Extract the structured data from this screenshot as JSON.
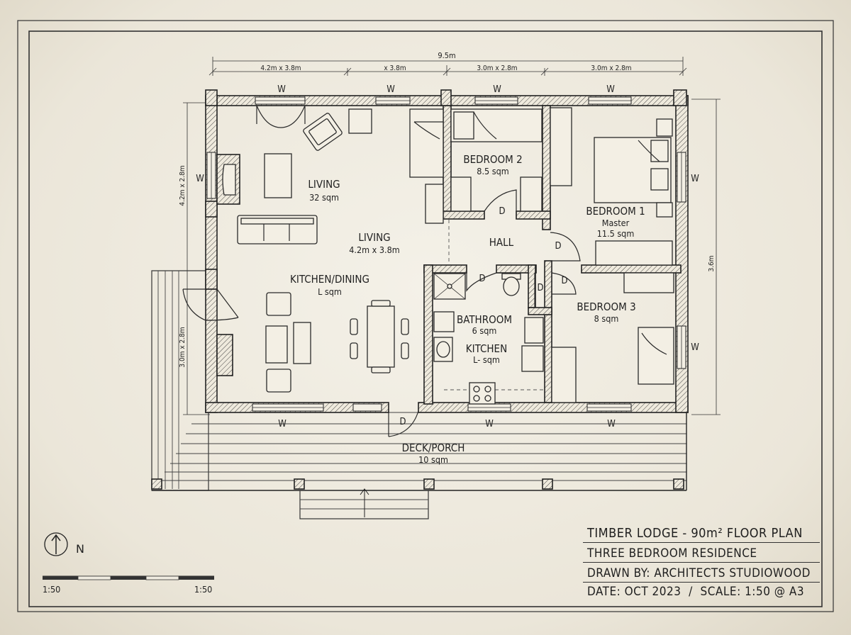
{
  "title_block": {
    "title": "TIMBER LODGE - 90m² FLOOR PLAN",
    "subtitle": "THREE BEDROOM RESIDENCE",
    "drawn_by": "DRAWN BY: ARCHITECTS STUDIOWOOD",
    "date_scale": "DATE: OCT 2023  /  SCALE: 1:50 @ A3"
  },
  "north_label": "N",
  "scale_bar": {
    "left": "1:50",
    "right": "1:50"
  },
  "dimensions": {
    "overall": "9.5m",
    "top": [
      "4.2m x 3.8m",
      "x 3.8m",
      "3.0m x 2.8m",
      "3.0m x 2.8m"
    ],
    "left_upper": "4.2m x 2.8m",
    "left_lower": "3.0m x 2.8m",
    "right": "3.6m"
  },
  "rooms": {
    "living1": {
      "name": "LIVING",
      "area": "32 sqm"
    },
    "living2": {
      "name": "LIVING",
      "area": "4.2m x 3.8m"
    },
    "kitchen_dining": {
      "name": "KITCHEN/DINING",
      "area": "L sqm"
    },
    "bedroom2": {
      "name": "BEDROOM 2",
      "area": "8.5 sqm"
    },
    "bedroom1": {
      "name": "BEDROOM 1",
      "note": "Master",
      "area": "11.5 sqm"
    },
    "hall": {
      "name": "HALL"
    },
    "bedroom3": {
      "name": "BEDROOM 3",
      "area": "8 sqm"
    },
    "bathroom": {
      "name": "BATHROOM",
      "area": "6 sqm"
    },
    "kitchen": {
      "name": "KITCHEN",
      "area": "L- sqm"
    },
    "deck": {
      "name": "DECK/PORCH",
      "area": "10 sqm"
    }
  },
  "marks": {
    "window": "W",
    "door": "D"
  },
  "colors": {
    "ink": "#222222",
    "paper": "#efebe0"
  }
}
